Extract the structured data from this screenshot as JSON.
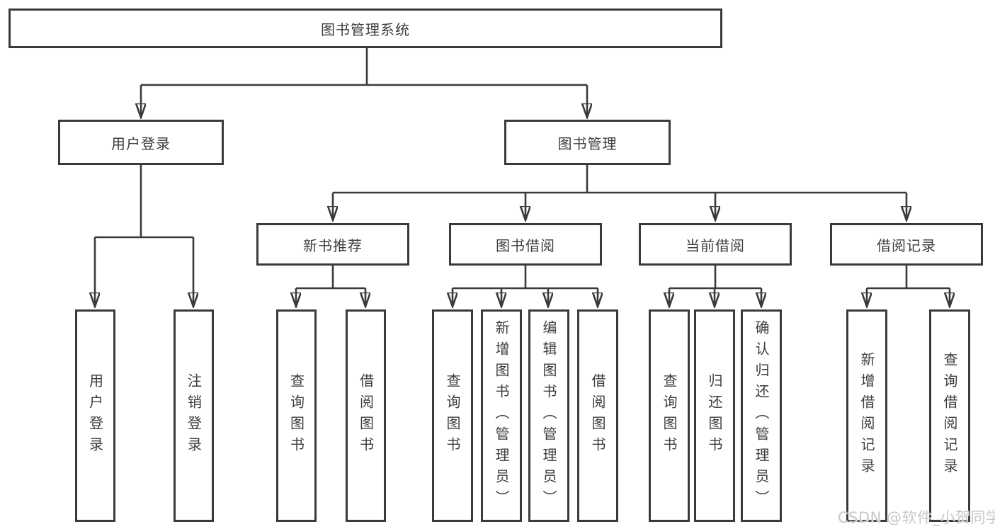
{
  "diagram_title": "图书管理系统",
  "tree": {
    "label": "图书管理系统",
    "children": [
      {
        "label": "用户登录",
        "children": [
          {
            "label": "用户登录"
          },
          {
            "label": "注销登录"
          }
        ]
      },
      {
        "label": "图书管理",
        "children": [
          {
            "label": "新书推荐",
            "children": [
              {
                "label": "查询图书"
              },
              {
                "label": "借阅图书"
              }
            ]
          },
          {
            "label": "图书借阅",
            "children": [
              {
                "label": "查询图书"
              },
              {
                "label": "新增图书（管理员）"
              },
              {
                "label": "编辑图书（管理员）"
              },
              {
                "label": "借阅图书"
              }
            ]
          },
          {
            "label": "当前借阅",
            "children": [
              {
                "label": "查询图书"
              },
              {
                "label": "归还图书"
              },
              {
                "label": "确认归还（管理员）"
              }
            ]
          },
          {
            "label": "借阅记录",
            "children": [
              {
                "label": "新增借阅记录"
              },
              {
                "label": "查询借阅记录"
              }
            ]
          }
        ]
      }
    ]
  },
  "watermark": {
    "text": "CSDN @软件_小贺同学"
  },
  "colors": {
    "line": "#3a3a3a",
    "text": "#3d3d3d",
    "background": "#ffffff",
    "watermark": "#c7c7c7"
  }
}
